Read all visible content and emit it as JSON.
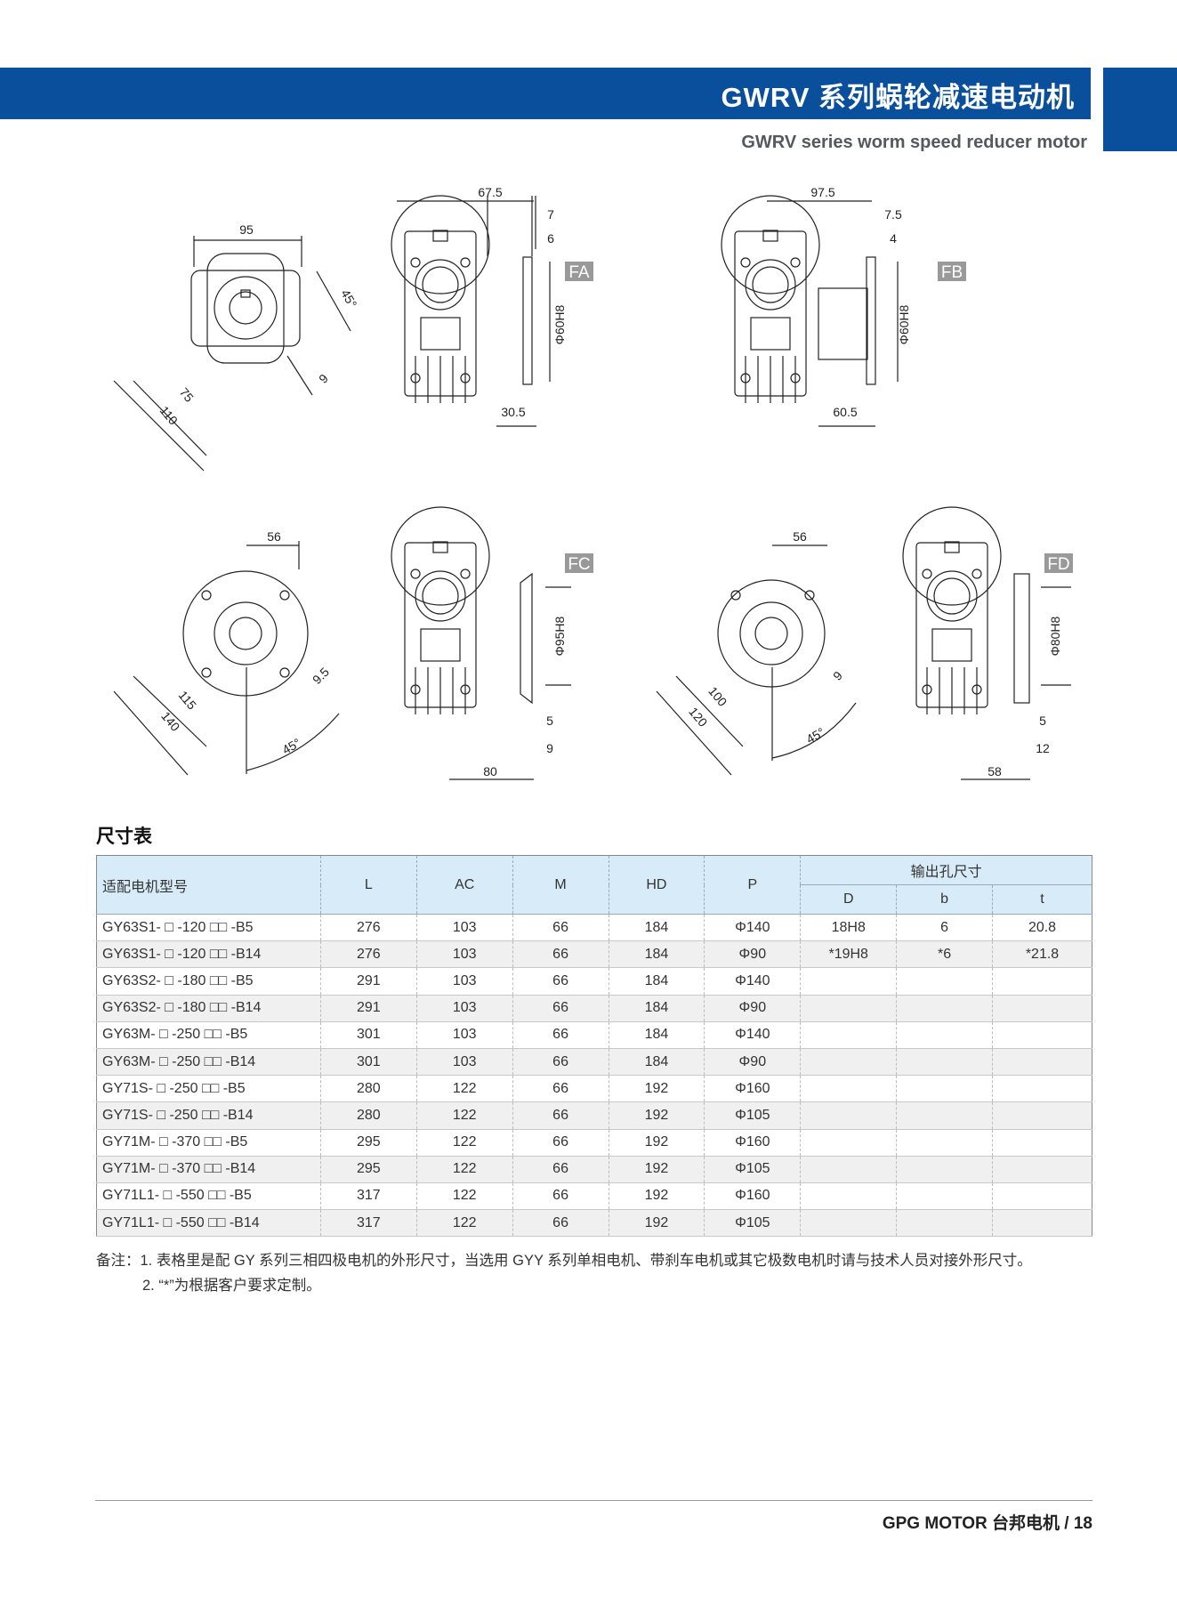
{
  "header": {
    "title": "GWRV 系列蜗轮减速电动机",
    "subtitle": "GWRV series worm speed reducer motor"
  },
  "drawings": {
    "fa": {
      "tag": "FA",
      "d1": "95",
      "d2": "45°",
      "d3": "75",
      "d4": "110",
      "d5": "9",
      "d6": "67.5",
      "d7": "7",
      "d8": "6",
      "d9": "Φ60H8",
      "d10": "30.5"
    },
    "fb": {
      "tag": "FB",
      "d1": "97.5",
      "d2": "7.5",
      "d3": "4",
      "d4": "Φ60H8",
      "d5": "60.5"
    },
    "fc": {
      "tag": "FC",
      "d1": "56",
      "d2": "9.5",
      "d3": "115",
      "d4": "140",
      "d5": "45°",
      "d6": "Φ95H8",
      "d7": "5",
      "d8": "9",
      "d9": "80"
    },
    "fd": {
      "tag": "FD",
      "d1": "56",
      "d2": "9",
      "d3": "100",
      "d4": "120",
      "d5": "45°",
      "d6": "Φ80H8",
      "d7": "5",
      "d8": "12",
      "d9": "58"
    }
  },
  "table": {
    "section_title": "尺寸表",
    "headers": {
      "model": "适配电机型号",
      "L": "L",
      "AC": "AC",
      "M": "M",
      "HD": "HD",
      "P": "P",
      "output": "输出孔尺寸",
      "D": "D",
      "b": "b",
      "t": "t"
    },
    "rows": [
      [
        "GY63S1- □ -120 □□ -B5",
        "276",
        "103",
        "66",
        "184",
        "Φ140",
        "18H8",
        "6",
        "20.8"
      ],
      [
        "GY63S1- □ -120 □□ -B14",
        "276",
        "103",
        "66",
        "184",
        "Φ90",
        "*19H8",
        "*6",
        "*21.8"
      ],
      [
        "GY63S2- □ -180 □□ -B5",
        "291",
        "103",
        "66",
        "184",
        "Φ140",
        "",
        "",
        ""
      ],
      [
        "GY63S2- □ -180 □□ -B14",
        "291",
        "103",
        "66",
        "184",
        "Φ90",
        "",
        "",
        ""
      ],
      [
        "GY63M- □ -250 □□ -B5",
        "301",
        "103",
        "66",
        "184",
        "Φ140",
        "",
        "",
        ""
      ],
      [
        "GY63M- □ -250 □□ -B14",
        "301",
        "103",
        "66",
        "184",
        "Φ90",
        "",
        "",
        ""
      ],
      [
        "GY71S- □ -250 □□ -B5",
        "280",
        "122",
        "66",
        "192",
        "Φ160",
        "",
        "",
        ""
      ],
      [
        "GY71S- □ -250 □□ -B14",
        "280",
        "122",
        "66",
        "192",
        "Φ105",
        "",
        "",
        ""
      ],
      [
        "GY71M- □ -370 □□ -B5",
        "295",
        "122",
        "66",
        "192",
        "Φ160",
        "",
        "",
        ""
      ],
      [
        "GY71M- □ -370 □□ -B14",
        "295",
        "122",
        "66",
        "192",
        "Φ105",
        "",
        "",
        ""
      ],
      [
        "GY71L1- □ -550 □□ -B5",
        "317",
        "122",
        "66",
        "192",
        "Φ160",
        "",
        "",
        ""
      ],
      [
        "GY71L1- □ -550 □□ -B14",
        "317",
        "122",
        "66",
        "192",
        "Φ105",
        "",
        "",
        ""
      ]
    ]
  },
  "notes": {
    "line1": "备注：1. 表格里是配 GY 系列三相四极电机的外形尺寸，当选用 GYY 系列单相电机、带刹车电机或其它极数电机时请与技术人员对接外形尺寸。",
    "line2": "2. “*”为根据客户要求定制。"
  },
  "footer": {
    "text": "GPG MOTOR 台邦电机  /  18"
  }
}
